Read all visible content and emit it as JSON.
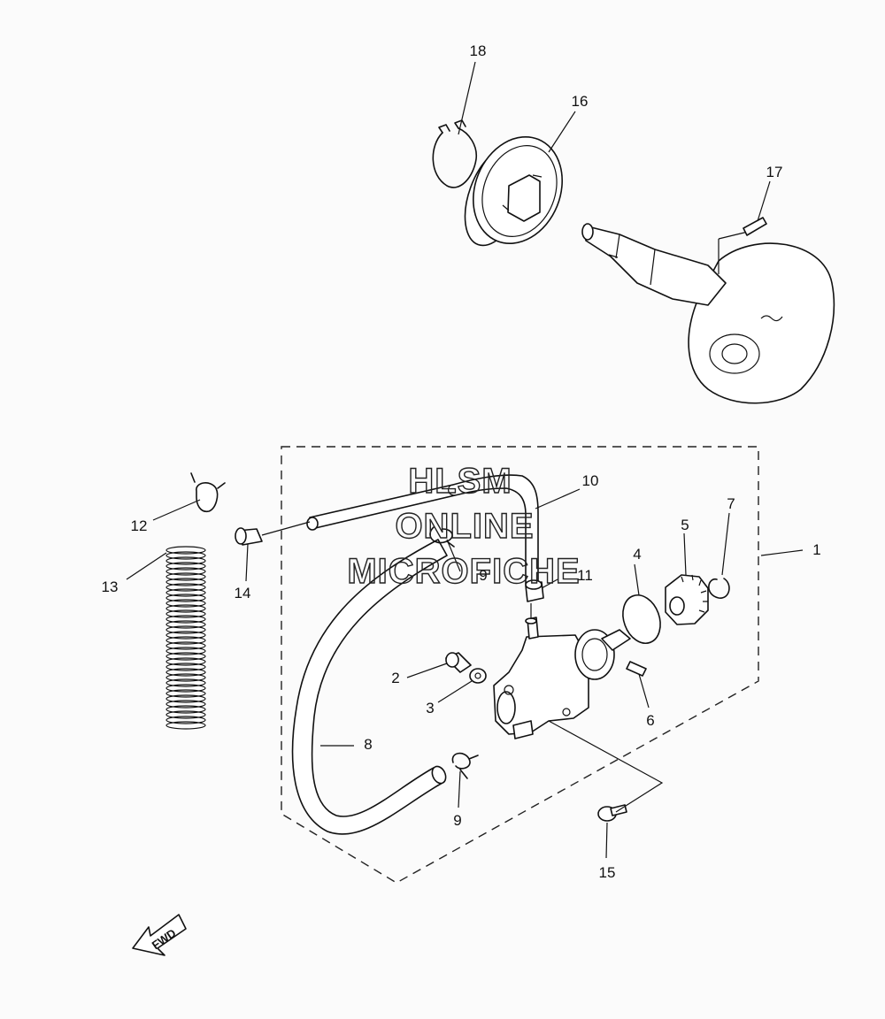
{
  "callouts": {
    "p1": "1",
    "p2": "2",
    "p3": "3",
    "p4": "4",
    "p5": "5",
    "p6": "6",
    "p7": "7",
    "p8": "8",
    "p9a": "9",
    "p9b": "9",
    "p10": "10",
    "p11": "11",
    "p12": "12",
    "p13": "13",
    "p14": "14",
    "p15": "15",
    "p16": "16",
    "p17": "17",
    "p18": "18"
  },
  "watermark": {
    "line1": "HLSM",
    "line2": "ONLINE",
    "line3": "MICROFICHE"
  },
  "direction": {
    "label": "FWD"
  }
}
